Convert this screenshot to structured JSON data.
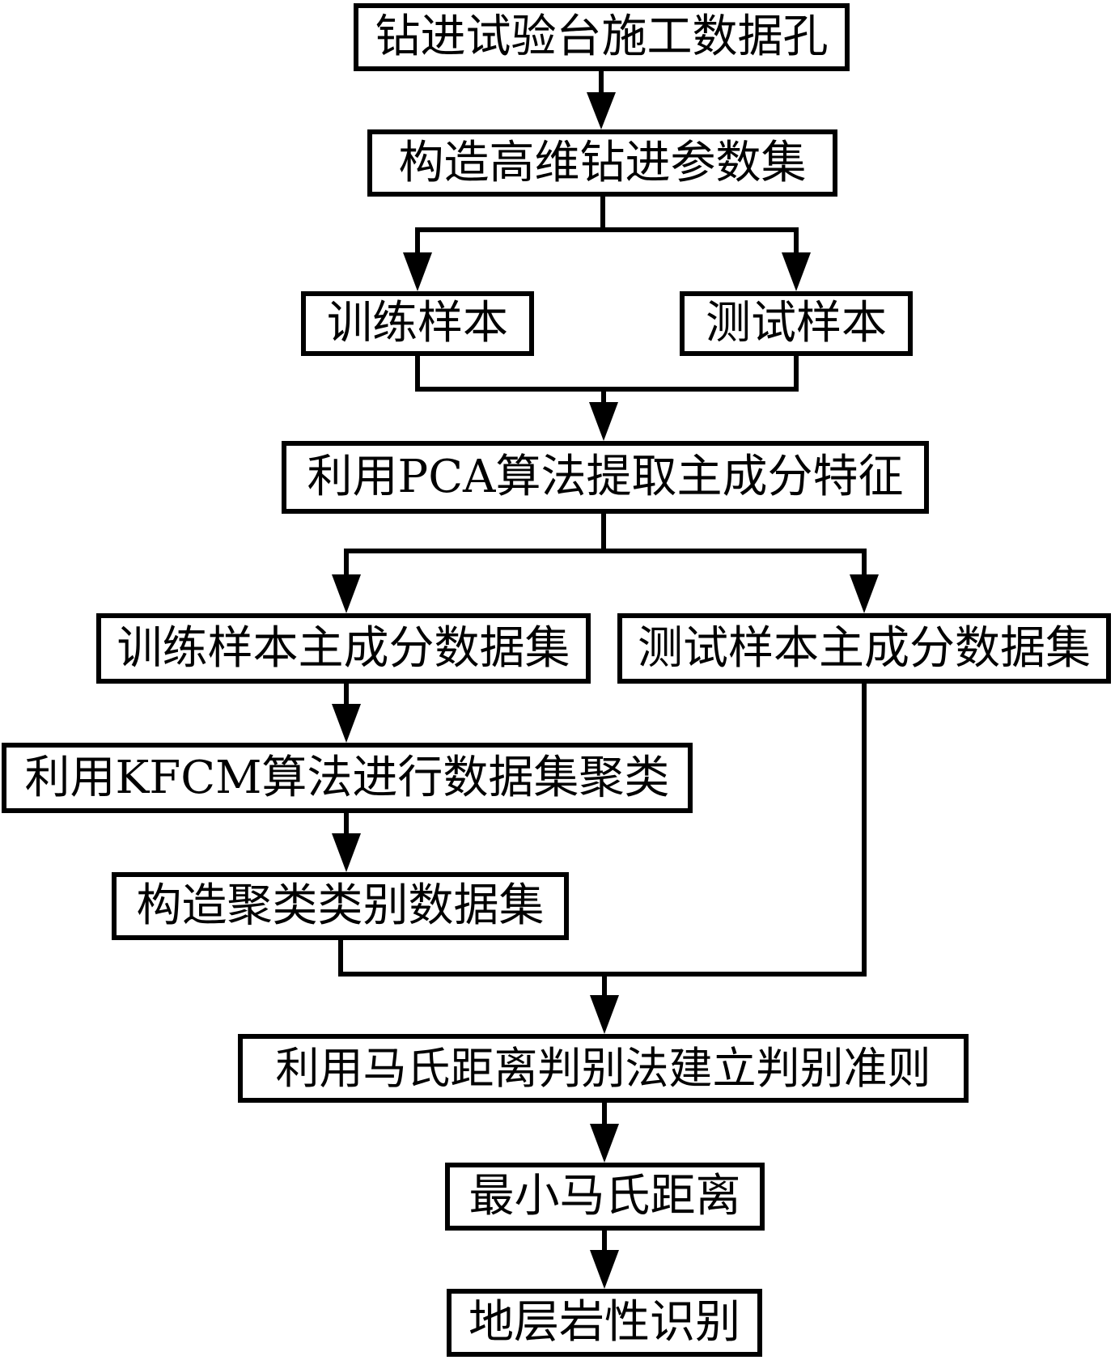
{
  "diagram": {
    "type": "flowchart",
    "colors": {
      "line": "#000000",
      "box_border": "#000000",
      "box_background": "#ffffff",
      "text": "#000000",
      "page_background": "#ffffff"
    },
    "nodes": {
      "source_hole": {
        "label": "钻进试验台施工数据孔"
      },
      "param_set": {
        "label": "构造高维钻进参数集"
      },
      "train_samples": {
        "label": "训练样本"
      },
      "test_samples": {
        "label": "测试样本"
      },
      "pca": {
        "label": "利用PCA算法提取主成分特征"
      },
      "train_pc_dataset": {
        "label": "训练样本主成分数据集"
      },
      "test_pc_dataset": {
        "label": "测试样本主成分数据集"
      },
      "kfcm": {
        "label": "利用KFCM算法进行数据集聚类"
      },
      "cluster_dataset": {
        "label": "构造聚类类别数据集"
      },
      "mahalanobis_rule": {
        "label": "利用马氏距离判别法建立判别准则"
      },
      "min_distance": {
        "label": "最小马氏距离"
      },
      "lithology_id": {
        "label": "地层岩性识别"
      }
    },
    "edges": [
      {
        "from": "source_hole",
        "to": "param_set"
      },
      {
        "from": "param_set",
        "to": "train_samples"
      },
      {
        "from": "param_set",
        "to": "test_samples"
      },
      {
        "from": "train_samples",
        "to": "pca"
      },
      {
        "from": "test_samples",
        "to": "pca"
      },
      {
        "from": "pca",
        "to": "train_pc_dataset"
      },
      {
        "from": "pca",
        "to": "test_pc_dataset"
      },
      {
        "from": "train_pc_dataset",
        "to": "kfcm"
      },
      {
        "from": "kfcm",
        "to": "cluster_dataset"
      },
      {
        "from": "cluster_dataset",
        "to": "mahalanobis_rule"
      },
      {
        "from": "test_pc_dataset",
        "to": "mahalanobis_rule"
      },
      {
        "from": "mahalanobis_rule",
        "to": "min_distance"
      },
      {
        "from": "min_distance",
        "to": "lithology_id"
      }
    ]
  }
}
